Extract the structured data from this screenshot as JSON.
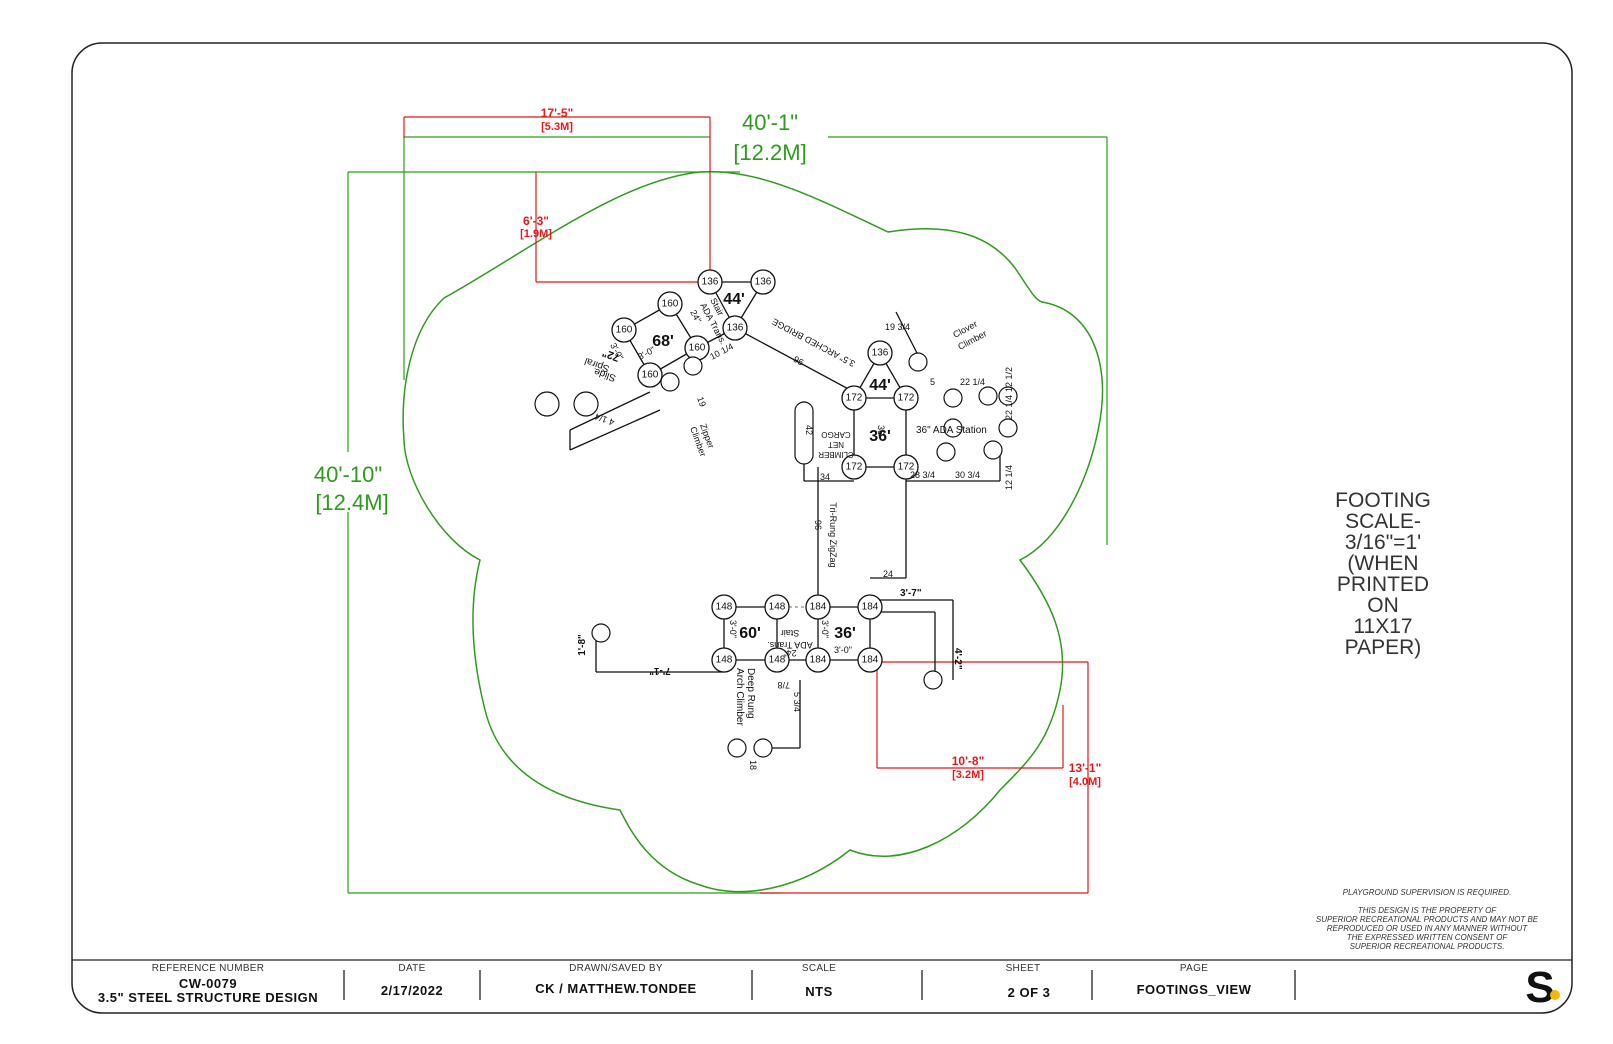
{
  "dimensions": {
    "overall_width": "40'-1\"",
    "overall_width_m": "[12.2M]",
    "overall_depth": "40'-10\"",
    "overall_depth_m": "[12.4M]",
    "top_offset": "17'-5\"",
    "top_offset_m": "[5.3M]",
    "left_offset": "6'-3\"",
    "left_offset_m": "[1.9M]",
    "bottom_right_h": "10'-8\"",
    "bottom_right_h_m": "[3.2M]",
    "bottom_right_v": "13'-1\"",
    "bottom_right_v_m": "[4.0M]"
  },
  "scale_note": [
    "FOOTING",
    "SCALE-",
    "3/16\"=1'",
    "(WHEN",
    "PRINTED",
    "ON",
    "11X17",
    "PAPER)"
  ],
  "deck_heights": [
    "44'",
    "68'",
    "44'",
    "36'",
    "60'",
    "36'"
  ],
  "component_labels": {
    "arched_bridge": "3.5\" ARCHED BRIDGE",
    "clover_climber_1": "Clover",
    "clover_climber_2": "Climber",
    "ada_station": "36\" ADA Station",
    "cargo_net_1": "CARGO",
    "cargo_net_2": "NET",
    "cargo_net_3": "CLIMBER",
    "zigzag": "Tri-Rung ZigZag",
    "spiral_slide_1": "Spiral",
    "spiral_slide_2": "Slide",
    "spiral_slide_h": "72\"",
    "zipper_1": "Zipper",
    "zipper_2": "Climber",
    "ada_trans_stair_1": "Stair",
    "ada_trans_stair_2": "ADA Trans.",
    "ada_trans_stair_3": "24\"",
    "ada_trans_stair_lower_1": "ADA Trans.",
    "ada_trans_stair_lower_2": "Stair",
    "ada_trans_stair_lower_3": "24\"",
    "deep_rung_1": "Deep Rung",
    "deep_rung_2": "Arch Climber",
    "dim_3_0a": "3'-0\"",
    "dim_3_0b": "3'-0\"",
    "dim_3_0c": "3'-0\"",
    "dim_3_0d": "3'-0\"",
    "dim_3_0e": "3'-0\"",
    "dim_3_7": "3'-7\"",
    "dim_4_2": "4'-2\"",
    "dim_7_1": "7'-1\"",
    "dim_1_8": "1'-8\"",
    "dim_96a": "96",
    "dim_96b": "96",
    "dim_36": "36",
    "dim_34": "34",
    "dim_24": "24",
    "dim_42": "42",
    "dim_18": "18",
    "dim_5": "5",
    "dim_19_3_4": "19 3/4",
    "dim_22_1_4a": "22 1/4",
    "dim_22_1_4b": "22 1/4",
    "dim_12_1_2": "12 1/2",
    "dim_12_1_4": "12 1/4",
    "dim_28_3_4": "28 3/4",
    "dim_30_3_4": "30 3/4",
    "dim_10_1_4": "10 1/4",
    "dim_5_3_4": "5 3/4",
    "dim_7_8": "7/8",
    "dim_4_1_4": "4 1/4",
    "dim_19": "19"
  },
  "posts": [
    "136",
    "136",
    "136",
    "160",
    "160",
    "160",
    "160",
    "136",
    "172",
    "172",
    "172",
    "172",
    "148",
    "148",
    "148",
    "148",
    "184",
    "184",
    "184",
    "184"
  ],
  "notes": {
    "supervision": "PLAYGROUND SUPERVISION IS REQUIRED.",
    "property_1": "THIS DESIGN IS THE PROPERTY OF",
    "property_2": "SUPERIOR RECREATIONAL PRODUCTS AND MAY NOT BE",
    "property_3": "REPRODUCED OR USED IN ANY MANNER WITHOUT",
    "property_4": "THE EXPRESSED WRITTEN CONSENT OF",
    "property_5": "SUPERIOR RECREATIONAL PRODUCTS."
  },
  "title_block": {
    "reference_label": "REFERENCE NUMBER",
    "reference_value": "CW-0079",
    "reference_sub": "3.5\" STEEL STRUCTURE DESIGN",
    "date_label": "DATE",
    "date_value": "2/17/2022",
    "drawn_label": "DRAWN/SAVED BY",
    "drawn_value": "CK / MATTHEW.TONDEE",
    "scale_label": "SCALE",
    "scale_value": "NTS",
    "sheet_label": "SHEET",
    "sheet_value": "2 OF 3",
    "page_label": "PAGE",
    "page_value": "FOOTINGS_VIEW",
    "logo_letter": "S"
  },
  "colors": {
    "boundary": "#2e9b1e",
    "dimension_red": "#e0191b",
    "logo_yellow": "#f5b800"
  }
}
